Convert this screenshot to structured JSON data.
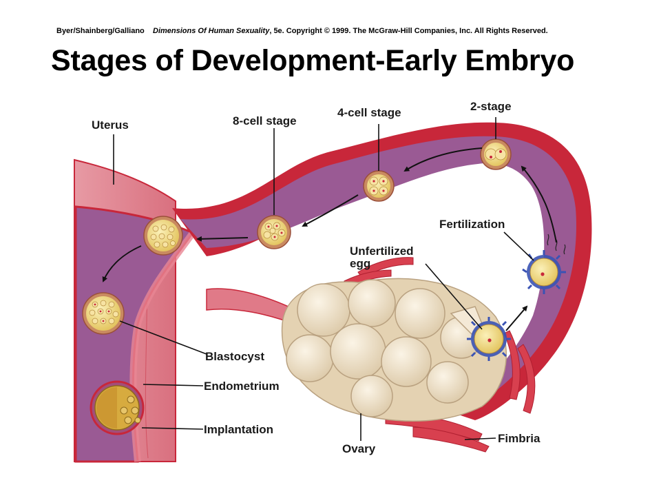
{
  "credit": {
    "authors": "Byer/Shainberg/Galliano",
    "book": "Dimensions Of Human Sexuality",
    "rest": ", 5e. Copyright © 1999. The McGraw-Hill Companies, Inc. All Rights Reserved."
  },
  "title": "Stages of Development-Early Embryo",
  "labels": {
    "uterus": "Uterus",
    "cell8": "8-cell stage",
    "cell4": "4-cell stage",
    "stage2": "2-stage",
    "fertilization": "Fertilization",
    "unfertilized_1": "Unfertilized",
    "unfertilized_2": "egg",
    "blastocyst": "Blastocyst",
    "endometrium": "Endometrium",
    "implantation": "Implantation",
    "ovary": "Ovary",
    "fimbria": "Fimbria"
  },
  "colors": {
    "wall_red": "#c8273a",
    "lumen_purple": "#9a5a94",
    "tissue_pink": "#e59aa4",
    "cell_yellow": "#f1dd88",
    "ovary_cream": "#efe1c9",
    "sperm_blue": "#3a53b4"
  }
}
